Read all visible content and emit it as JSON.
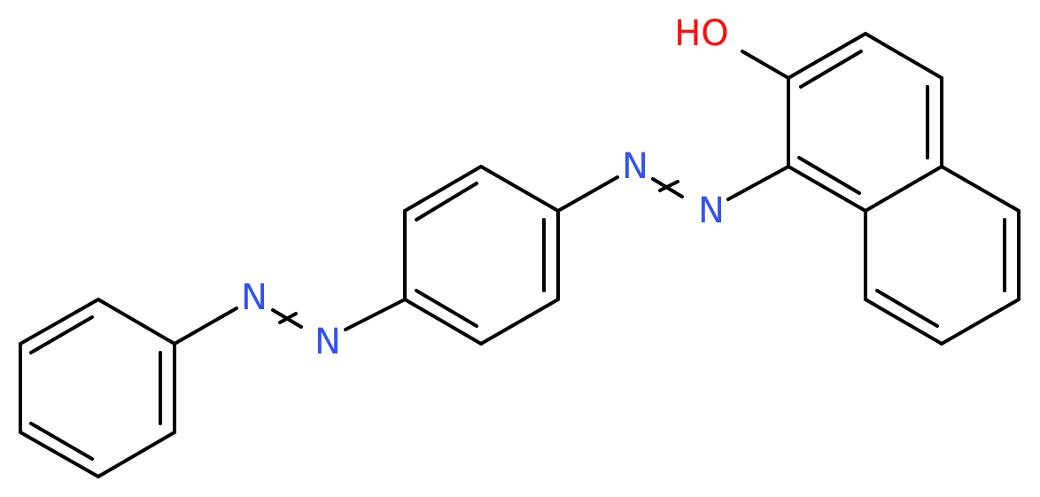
{
  "colors": {
    "bond": "#000000",
    "nitrogen": "#3050F8",
    "oxygen": "#FF0D0D",
    "background": "#FFFFFF"
  },
  "atoms": {
    "hydroxyl": "HO",
    "azo_1_n_a": "N",
    "azo_1_n_b": "N",
    "azo_2_n_a": "N",
    "azo_2_n_b": "N"
  }
}
